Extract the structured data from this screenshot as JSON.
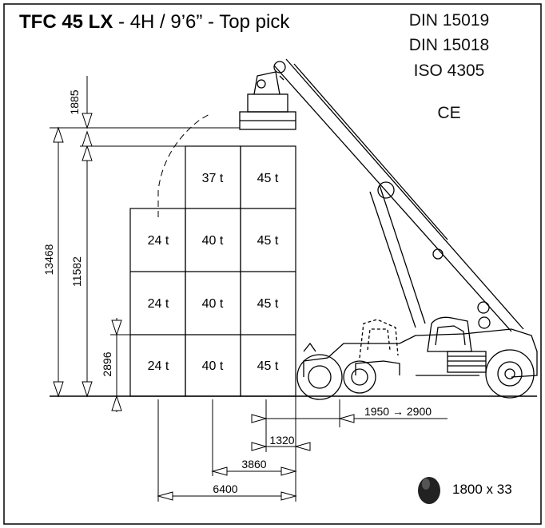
{
  "header": {
    "model": "TFC 45 LX",
    "spec": " - 4H / 9’6” - Top pick"
  },
  "standards": [
    "DIN 15019",
    "DIN 15018",
    "ISO 4305",
    "CE"
  ],
  "containers": {
    "col1": [
      "24 t",
      "24 t",
      "24 t"
    ],
    "col2": [
      "37 t",
      "40 t",
      "40 t",
      "40 t"
    ],
    "col3": [
      "45 t",
      "45 t",
      "45 t",
      "45 t"
    ]
  },
  "dimensions": {
    "top_gap": "1885",
    "total_height": "13468",
    "stack_height": "11582",
    "container_height": "2896",
    "front_reach": "1950 → 2900",
    "d1320": "1320",
    "d3860": "3860",
    "d6400": "6400"
  },
  "tyre": {
    "size": "1800 x 33"
  },
  "colors": {
    "line": "#000000",
    "background": "#ffffff"
  }
}
